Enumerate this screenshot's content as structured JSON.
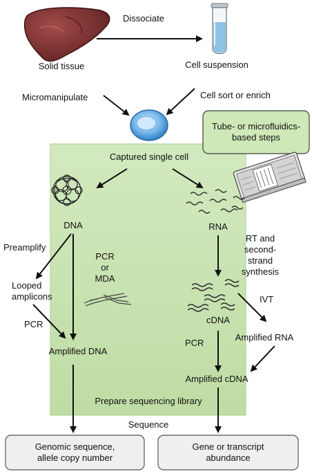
{
  "colors": {
    "background_panel": "#c8e2b0",
    "panel_edge": "#a9cf8e",
    "tube_box_fill": "#cfe8b8",
    "tube_box_border": "#3d3d3d",
    "result_box_fill": "#efefef",
    "result_box_border": "#555555",
    "arrow": "#111111",
    "liver": "#7b2d2d",
    "cell": "#3a93d8"
  },
  "icons": {
    "liver": "liver-organ-icon",
    "tube": "test-tube-icon",
    "cell": "single-cell-icon",
    "chip": "microfluidics-chip-icon",
    "dna": "dna-coil-icon",
    "rna": "rna-strands-icon",
    "cdna": "cdna-strands-icon",
    "amplicons": "amplicon-strands-icon"
  },
  "labels": {
    "dissociate": "Dissociate",
    "solid_tissue": "Solid tissue",
    "cell_suspension": "Cell suspension",
    "micromanipulate": "Micromanipulate",
    "cell_sort": "Cell sort or enrich",
    "tube_box": "Tube- or microfluidics-\nbased steps",
    "captured_cell": "Captured single cell",
    "dna": "DNA",
    "rna": "RNA",
    "preamplify": "Preamplify",
    "pcr_or_mda": "PCR\nor\nMDA",
    "rt_second_strand": "RT and\nsecond-strand\nsynthesis",
    "looped_amplicons": "Looped\namplicons",
    "ivt": "IVT",
    "cdna": "cDNA",
    "pcr_left": "PCR",
    "amplified_dna": "Amplified DNA",
    "amplified_rna": "Amplified RNA",
    "pcr_right": "PCR",
    "amplified_cdna": "Amplified cDNA",
    "prepare_library": "Prepare sequencing library",
    "sequence": "Sequence",
    "genomic_box": "Genomic sequence,\nallele copy number",
    "gene_box": "Gene or transcript\nabundance"
  }
}
